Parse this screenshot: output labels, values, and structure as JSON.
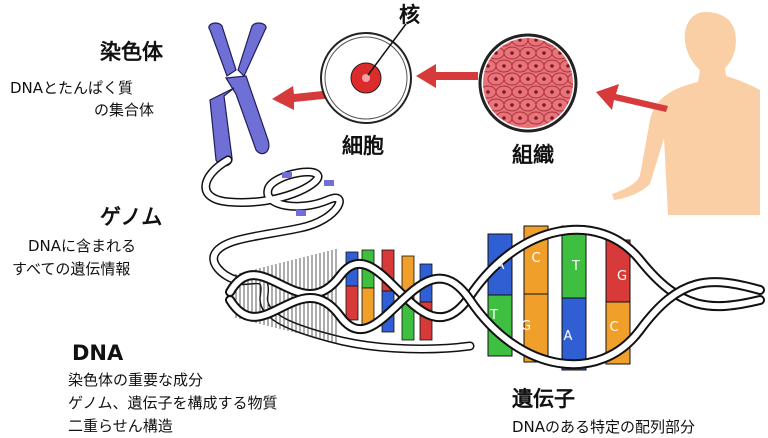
{
  "colors": {
    "chromosome": "#6f6fd6",
    "arrow": "#d63a3a",
    "tissue": "#e8737a",
    "nucleus": "#dd2b2b",
    "body": "#fbcfa6",
    "base_blue": "#2f5fd3",
    "base_orange": "#f0a02a",
    "base_green": "#3fbf3f",
    "base_red": "#d83a3a"
  },
  "labels": {
    "nucleus": "核",
    "cell": "細胞",
    "tissue": "組織"
  },
  "chromosome": {
    "title": "染色体",
    "desc": [
      "DNAとたんぱく質",
      "の集合体"
    ]
  },
  "genome": {
    "title": "ゲノム",
    "desc": [
      "DNAに含まれる",
      "すべての遺伝情報"
    ]
  },
  "dna": {
    "title": "DNA",
    "desc": [
      "染色体の重要な成分",
      "ゲノム、遺伝子を構成する物質",
      "二重らせん構造"
    ]
  },
  "gene": {
    "title": "遺伝子",
    "desc": [
      "DNAのある特定の配列部分"
    ]
  },
  "bases": {
    "top": [
      "A",
      "C",
      "T",
      "G"
    ],
    "bottom": [
      "T",
      "G",
      "A",
      "C"
    ]
  }
}
